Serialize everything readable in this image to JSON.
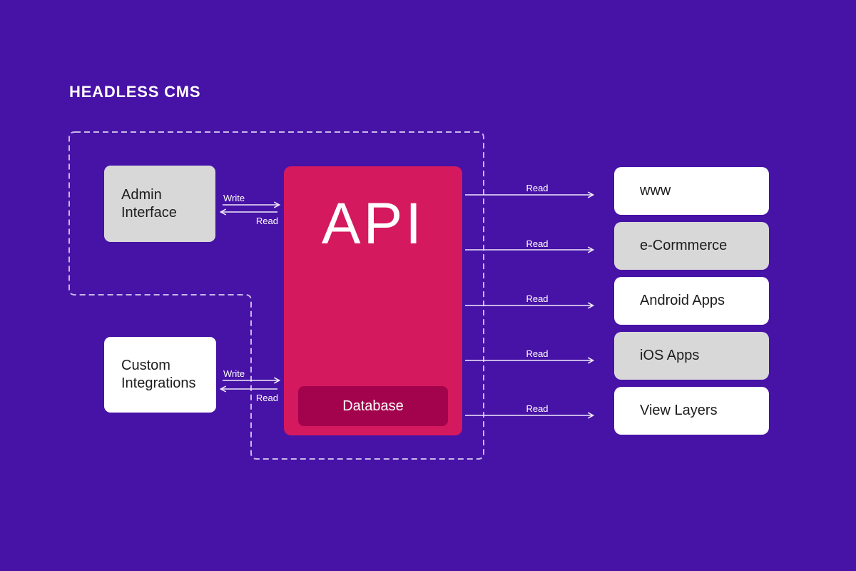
{
  "title": "HEADLESS CMS",
  "colors": {
    "background": "#4712A6",
    "api_box": "#D5195E",
    "database_box": "#A3034D",
    "gray_box": "#D8D8D8",
    "white_box": "#FFFFFF",
    "dashed_boundary": "#C7B9E8",
    "arrow": "#EFEAF9",
    "node_text": "#1D1D1F"
  },
  "cms_group": {
    "admin_interface": {
      "label": "Admin Interface"
    },
    "custom_integrations": {
      "label": "Custom Integrations"
    },
    "api": {
      "label": "API"
    },
    "database": {
      "label": "Database"
    }
  },
  "flows": {
    "admin_write": "Write",
    "admin_read": "Read",
    "custom_write": "Write",
    "custom_read": "Read",
    "reads": [
      "Read",
      "Read",
      "Read",
      "Read",
      "Read"
    ]
  },
  "clients": [
    {
      "label": "www",
      "variant": "white"
    },
    {
      "label": "e-Cormmerce",
      "variant": "gray"
    },
    {
      "label": "Android Apps",
      "variant": "white"
    },
    {
      "label": "iOS Apps",
      "variant": "gray"
    },
    {
      "label": "View Layers",
      "variant": "white"
    }
  ]
}
